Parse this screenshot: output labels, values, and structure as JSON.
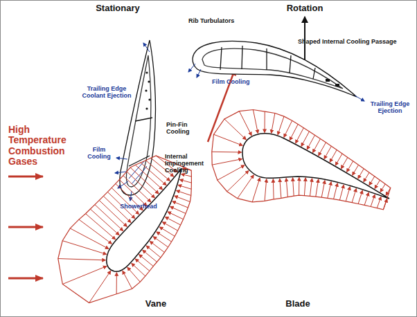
{
  "diagram": {
    "labels": [
      "Stationary",
      "Rotation",
      "Rib Turbulators",
      "Shaped Internal Cooling Passage",
      "Film Cooling",
      "Trailing Edge Ejection",
      "Trailing Edge Coolant Ejection",
      "Pin-Fin Cooling",
      "Film Cooling",
      "Internal Impingement Cooling",
      "Showerhead",
      "High Temperature Combustion Gases",
      "Vane",
      "Blade"
    ]
  }
}
